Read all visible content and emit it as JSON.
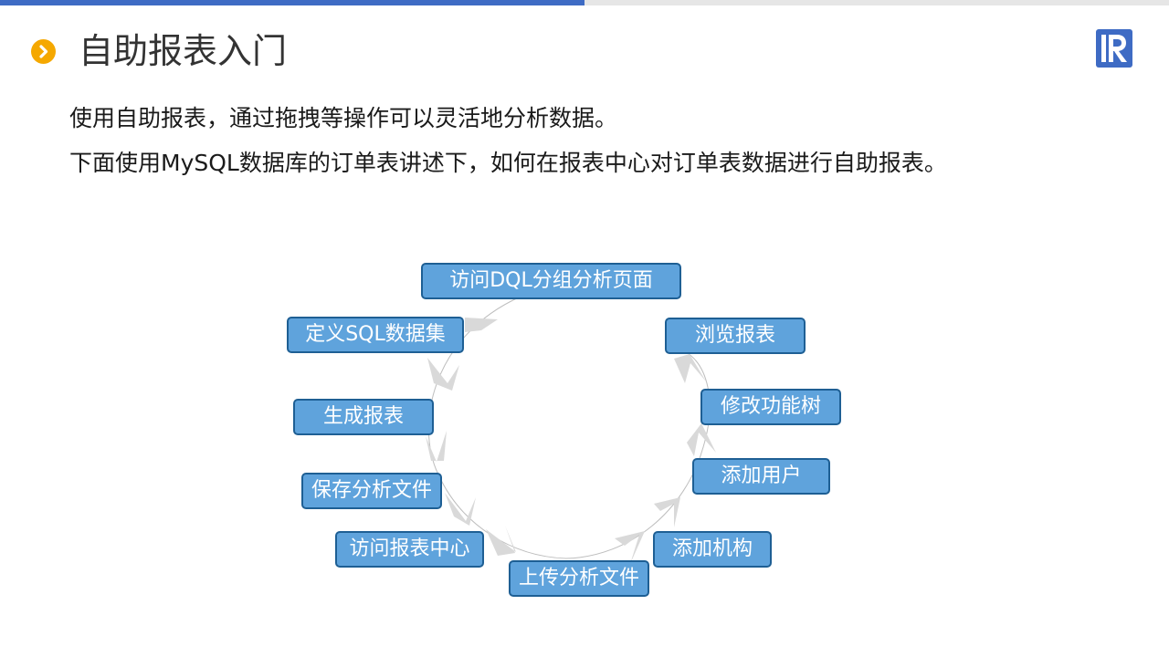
{
  "header": {
    "title": "自助报表入门",
    "bullet_icon": "chevron-right-icon",
    "logo_icon": "r-logo-icon",
    "accent_color": "#3e6bc4",
    "bullet_color": "#f5a800"
  },
  "intro": {
    "line1": "使用自助报表，通过拖拽等操作可以灵活地分析数据。",
    "line2": "下面使用MySQL数据库的订单表讲述下，如何在报表中心对订单表数据进行自助报表。"
  },
  "flow": {
    "node_fill": "#5fa3dc",
    "node_border": "#1e5f94",
    "arrow_color": "#d9d9d9",
    "steps": [
      "访问DQL分组分析页面",
      "定义SQL数据集",
      "生成报表",
      "保存分析文件",
      "访问报表中心",
      "上传分析文件",
      "添加机构",
      "添加用户",
      "修改功能树",
      "浏览报表"
    ]
  }
}
